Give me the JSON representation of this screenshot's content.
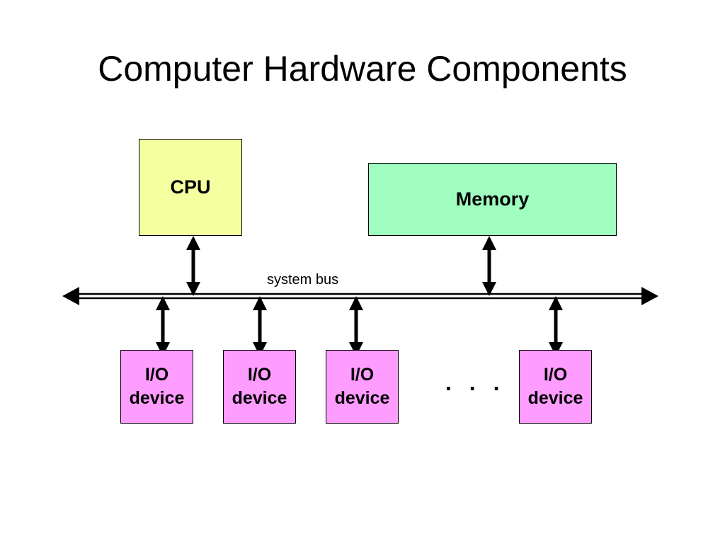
{
  "title": "Computer Hardware Components",
  "nodes": {
    "cpu": {
      "label": "CPU",
      "color": "#f4ffa0"
    },
    "memory": {
      "label": "Memory",
      "color": "#a0ffc0"
    },
    "io_devices": [
      {
        "line1": "I/O",
        "line2": "device"
      },
      {
        "line1": "I/O",
        "line2": "device"
      },
      {
        "line1": "I/O",
        "line2": "device"
      },
      {
        "line1": "I/O",
        "line2": "device"
      }
    ],
    "io_color": "#ff9cff"
  },
  "bus": {
    "label": "system bus"
  },
  "ellipsis": ". . ."
}
